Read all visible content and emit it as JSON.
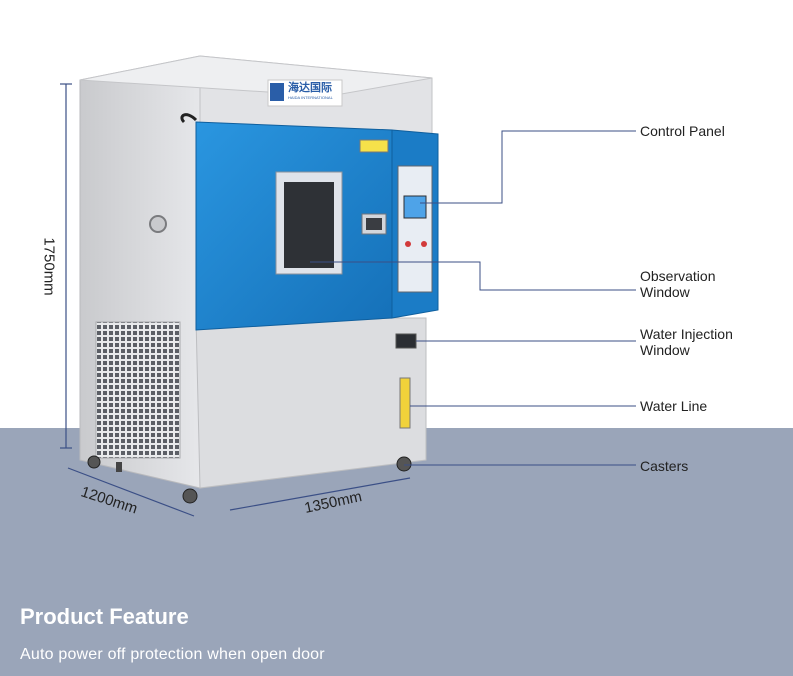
{
  "brand": {
    "logo_text": "海达国际",
    "logo_subtext": "HAIDA INTERNATIONAL"
  },
  "dimensions": {
    "height": "1750mm",
    "depth": "1200mm",
    "width": "1350mm"
  },
  "callouts": [
    {
      "label": "Control Panel"
    },
    {
      "label": "Observation\n Window"
    },
    {
      "label": "Water Injection\n Window"
    },
    {
      "label": "Water Line"
    },
    {
      "label": "Casters"
    }
  ],
  "feature": {
    "title": "Product Feature",
    "description": "Auto power off protection when open door"
  },
  "colors": {
    "floor": "#9aa5b9",
    "cabinet_blue": "#1a86d2",
    "cabinet_grey": "#dcdde0",
    "leader_line": "#3b4f86"
  }
}
